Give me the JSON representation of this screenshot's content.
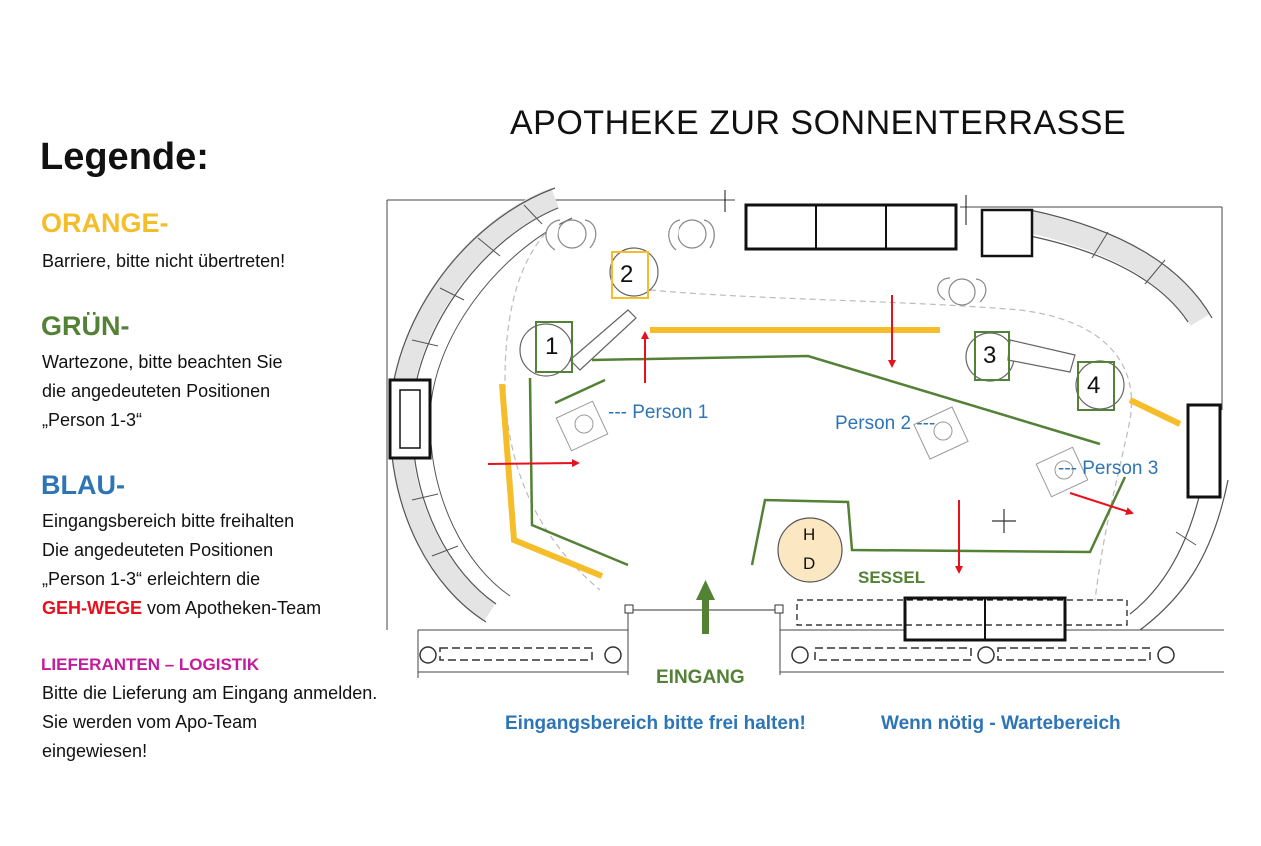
{
  "legend": {
    "title": "Legende:",
    "orange": {
      "label": "ORANGE-",
      "lines": [
        "Barriere, bitte nicht übertreten!"
      ]
    },
    "green": {
      "label": "GRÜN-",
      "lines": [
        "Wartezone, bitte beachten Sie",
        "die angedeuteten Positionen",
        "„Person 1-3“"
      ]
    },
    "blue": {
      "label": "BLAU-",
      "lines": [
        "Eingangsbereich bitte freihalten",
        "Die angedeuteten Positionen",
        "„Person 1-3“ erleichtern die"
      ],
      "last_highlight": "GEH-WEGE",
      "last_rest": " vom Apotheken-Team"
    },
    "logistics": {
      "label": "LIEFERANTEN – LOGISTIK",
      "lines": [
        "Bitte die Lieferung am Eingang anmelden.",
        "Sie werden vom Apo-Team",
        "eingewiesen!"
      ]
    }
  },
  "plan": {
    "title": "APOTHEKE ZUR SONNENTERRASSE",
    "counters": [
      "1",
      "2",
      "3",
      "4"
    ],
    "persons": [
      "--- Person 1",
      "Person 2 ---",
      "--- Person 3"
    ],
    "hd": [
      "H",
      "D"
    ],
    "sessel": "SESSEL",
    "eingang": "EINGANG",
    "eingang_note": "Eingangsbereich bitte frei halten!",
    "warte_note": "Wenn nötig - Wartebereich"
  },
  "colors": {
    "orange": "#f6bd2a",
    "green": "#538135",
    "blue": "#2e75b6",
    "red": "#e8101c",
    "magenta": "#c41a9e"
  }
}
